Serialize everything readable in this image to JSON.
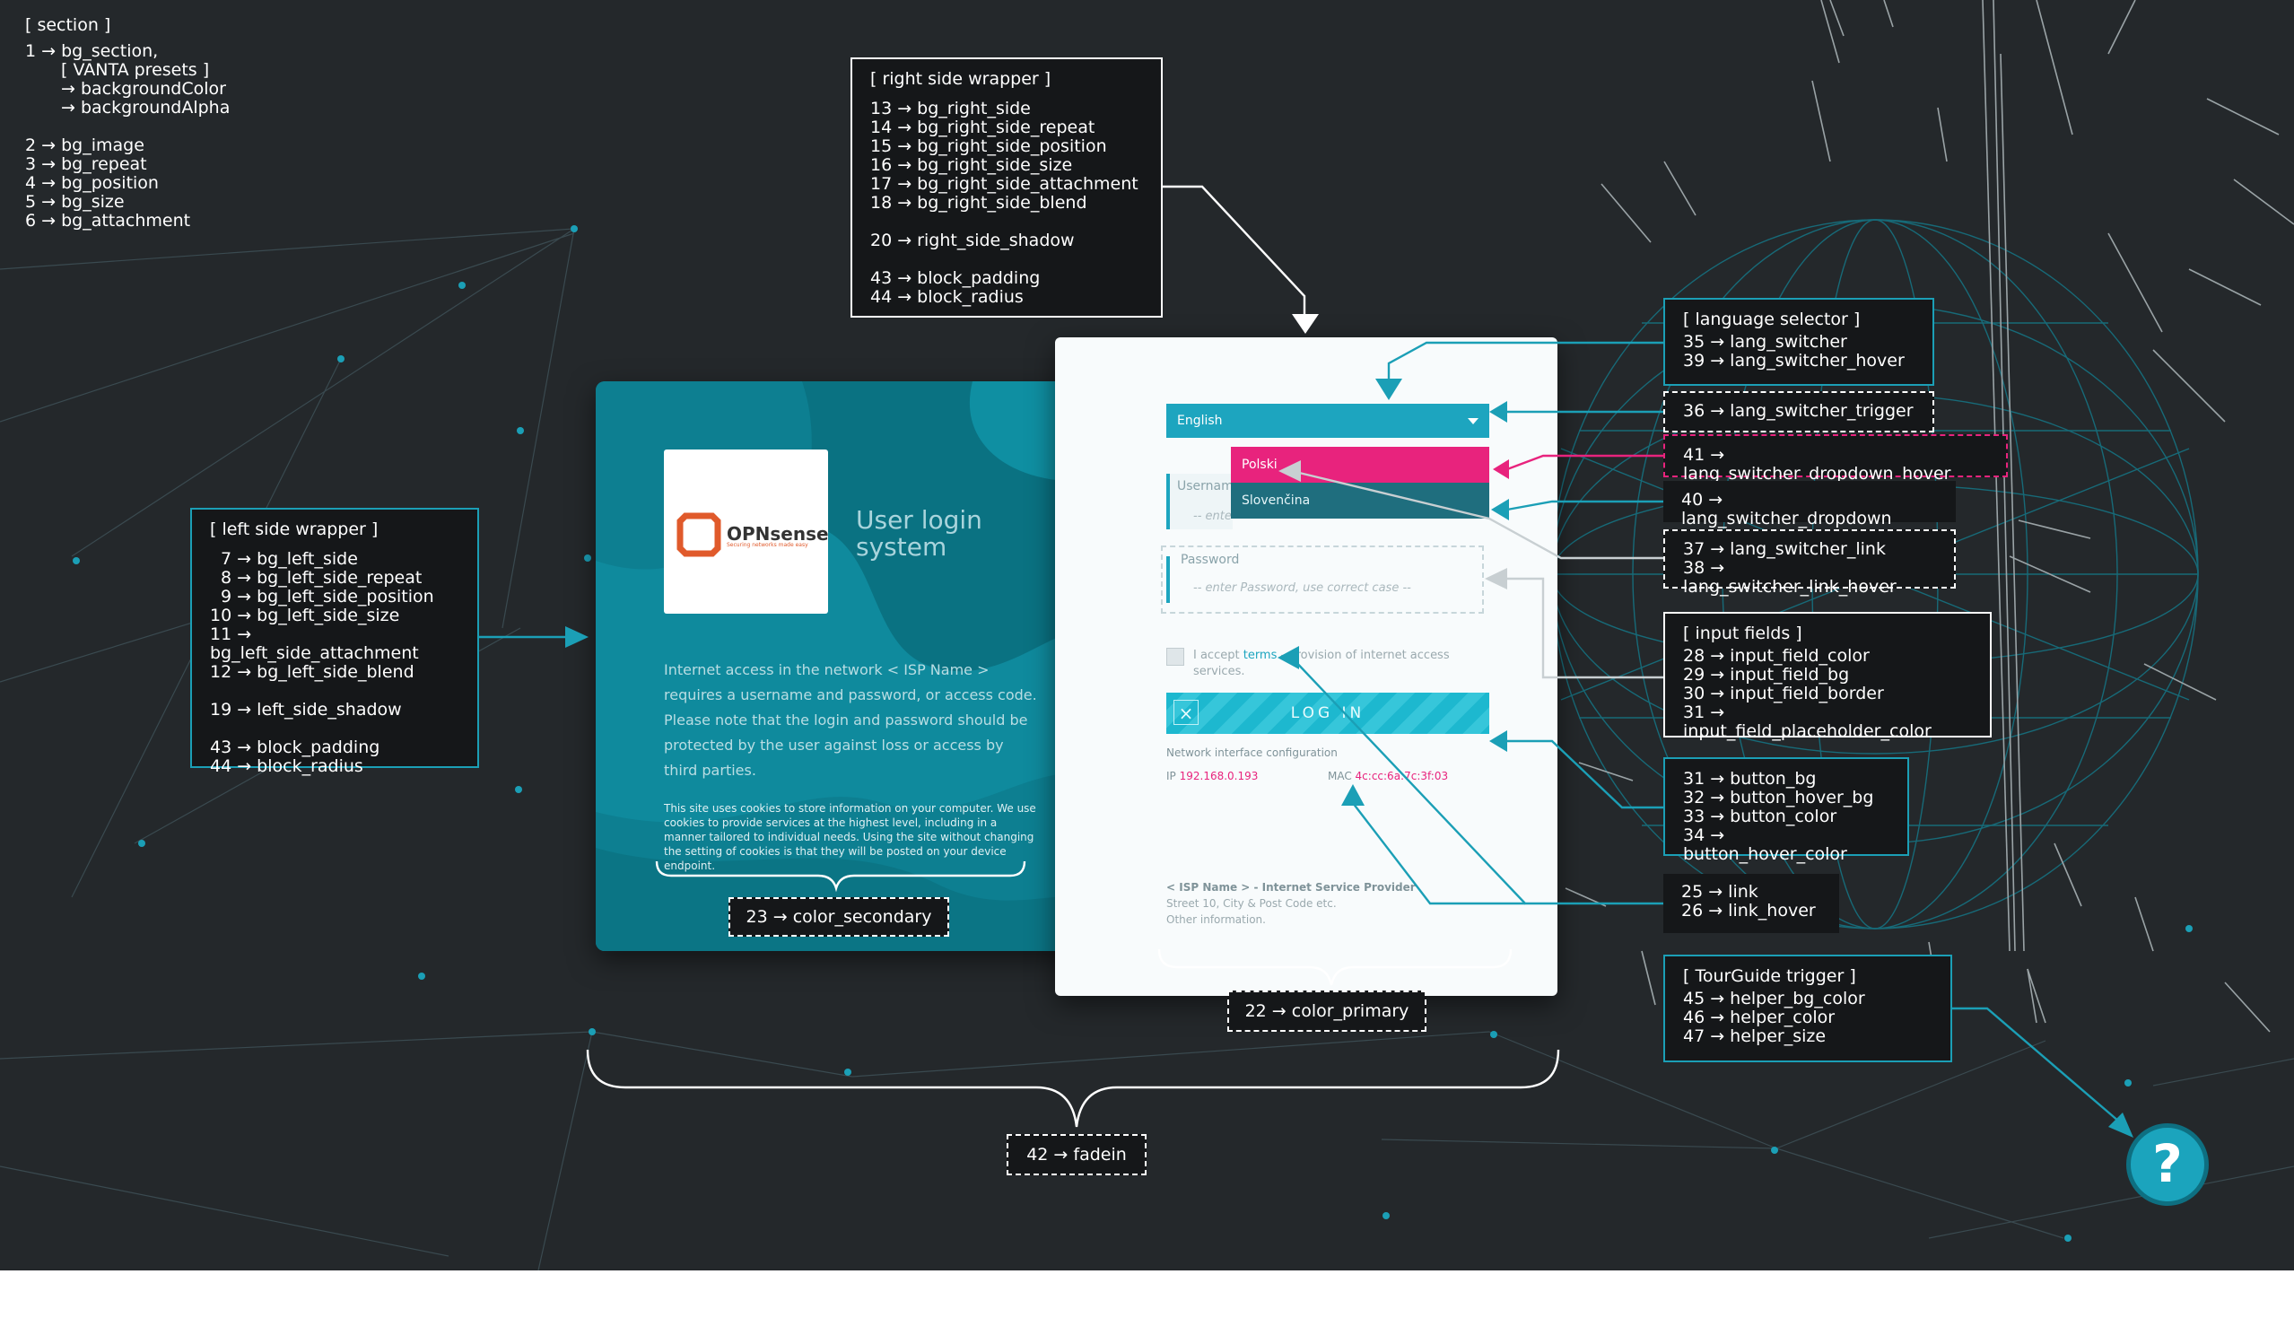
{
  "section_legend": {
    "title": "[ section ]",
    "lines": [
      "1 → bg_section,",
      "[ VANTA presets ]",
      "→ backgroundColor",
      "→ backgroundAlpha",
      "2 → bg_image",
      "3 → bg_repeat",
      "4 → bg_position",
      "5 → bg_size",
      "6 → bg_attachment"
    ]
  },
  "right_wrapper": {
    "title": "[ right side wrapper ]",
    "lines": [
      "13 → bg_right_side",
      "14 → bg_right_side_repeat",
      "15 → bg_right_side_position",
      "16 → bg_right_side_size",
      "17 → bg_right_side_attachment",
      "18 → bg_right_side_blend",
      "20 → right_side_shadow",
      "43 → block_padding",
      "44 → block_radius"
    ]
  },
  "left_wrapper": {
    "title": "[ left side wrapper ]",
    "lines": [
      "7 → bg_left_side",
      "8 → bg_left_side_repeat",
      "9 → bg_left_side_position",
      "10 → bg_left_side_size",
      "11 → bg_left_side_attachment",
      "12 → bg_left_side_blend",
      "19 → left_side_shadow",
      "43 → block_padding",
      "44 → block_radius"
    ]
  },
  "language_selector": {
    "title": "[ language selector ]",
    "lines": [
      "35 → lang_switcher",
      "39 → lang_switcher_hover"
    ]
  },
  "lang_trigger": "36 → lang_switcher_trigger",
  "lang_dropdown_hover": "41 → lang_switcher_dropdown_hover",
  "lang_dropdown": "40 → lang_switcher_dropdown",
  "lang_link": {
    "lines": [
      "37 → lang_switcher_link",
      "38 → lang_switcher_link_hover"
    ]
  },
  "input_fields": {
    "title": "[ input fields ]",
    "lines": [
      "28 → input_field_color",
      "29 → input_field_bg",
      "30 → input_field_border",
      "31 → input_field_placeholder_color"
    ]
  },
  "button_props": {
    "lines": [
      "31 → button_bg",
      "32 → button_hover_bg",
      "33 → button_color",
      "34 → button_hover_color"
    ]
  },
  "link_props": {
    "lines": [
      "25 → link",
      "26 → link_hover"
    ]
  },
  "tourguide": {
    "title": "[ TourGuide trigger ]",
    "lines": [
      "45 → helper_bg_color",
      "46 → helper_color",
      "47 → helper_size"
    ]
  },
  "tags": {
    "color_secondary": "23 → color_secondary",
    "color_primary": "22 → color_primary",
    "fadein": "42 → fadein"
  },
  "left_card": {
    "logo_text": "OPNsense",
    "logo_sub": "Securing networks made easy",
    "title_line1": "User login",
    "title_line2": "system",
    "intro": "Internet access in the network < ISP Name > requires a username and password, or access code. Please note that the login and password should be protected by the user against loss or access by third parties.",
    "cookie": "This site uses cookies to store information on your computer. We use cookies to provide services at the highest level, including in a manner tailored to individual needs. Using the site without changing the setting of cookies is that they will be posted on your device endpoint."
  },
  "right_card": {
    "lang_selected": "English",
    "lang_options": [
      "Polski",
      "Slovenčina"
    ],
    "username_label": "Usernam",
    "username_placeholder": "-- ente",
    "password_label": "Password",
    "password_placeholder": "-- enter Password, use correct case --",
    "terms_prefix": "I accept ",
    "terms_link": "terms",
    "terms_suffix": " - provision of internet access services.",
    "login_button": "LOG IN",
    "network_title": "Network interface configuration",
    "ip_label": "IP ",
    "ip_value": "192.168.0.193",
    "mac_label": "MAC ",
    "mac_value": "4c:cc:6a:7c:3f:03",
    "footer_line1": "< ISP Name > - Internet Service Provider",
    "footer_line2": "Street 10, City & Post Code etc.",
    "footer_line3": "Other information."
  },
  "help_button": "?",
  "colors": {
    "background": "#24282b",
    "teal_accent": "#1b9fb6",
    "pink_accent": "#e8237d",
    "left_card_bg": "#0d7f91"
  },
  "icons": [
    "question-icon",
    "caret-down-icon",
    "close-icon",
    "opnsense-logo-icon"
  ]
}
